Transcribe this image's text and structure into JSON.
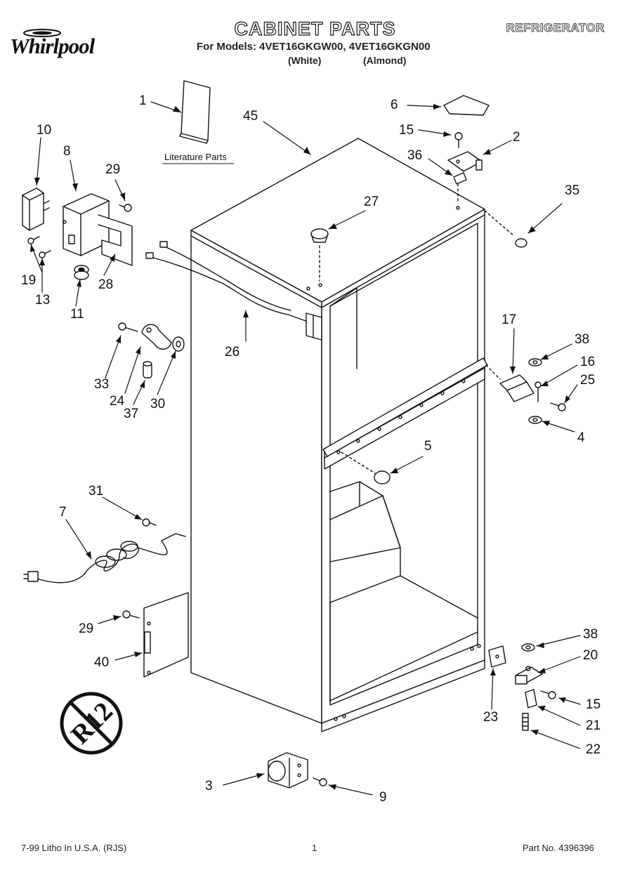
{
  "header": {
    "brand": "Whirlpool",
    "title": "CABINET PARTS",
    "category": "REFRIGERATOR",
    "models_line": "For Models: 4VET16GKGW00, 4VET16GKGN00",
    "variant_white": "(White)",
    "variant_almond": "(Almond)"
  },
  "literature_label": "Literature Parts",
  "parts": {
    "p1": "1",
    "p2": "2",
    "p3": "3",
    "p4": "4",
    "p5": "5",
    "p6": "6",
    "p7": "7",
    "p8": "8",
    "p9": "9",
    "p10": "10",
    "p11": "11",
    "p13": "13",
    "p15a": "15",
    "p15b": "15",
    "p16": "16",
    "p17": "17",
    "p19": "19",
    "p20": "20",
    "p21": "21",
    "p22": "22",
    "p23": "23",
    "p24": "24",
    "p25": "25",
    "p26": "26",
    "p27": "27",
    "p28": "28",
    "p29a": "29",
    "p29b": "29",
    "p30": "30",
    "p31": "31",
    "p33": "33",
    "p35": "35",
    "p36": "36",
    "p37": "37",
    "p38a": "38",
    "p38b": "38",
    "p40": "40",
    "p45": "45"
  },
  "badge_text": "R12",
  "footer": {
    "litho": "7-99 Litho In U.S.A. (RJS)",
    "page": "1",
    "part_no": "Part No. 4396396"
  }
}
